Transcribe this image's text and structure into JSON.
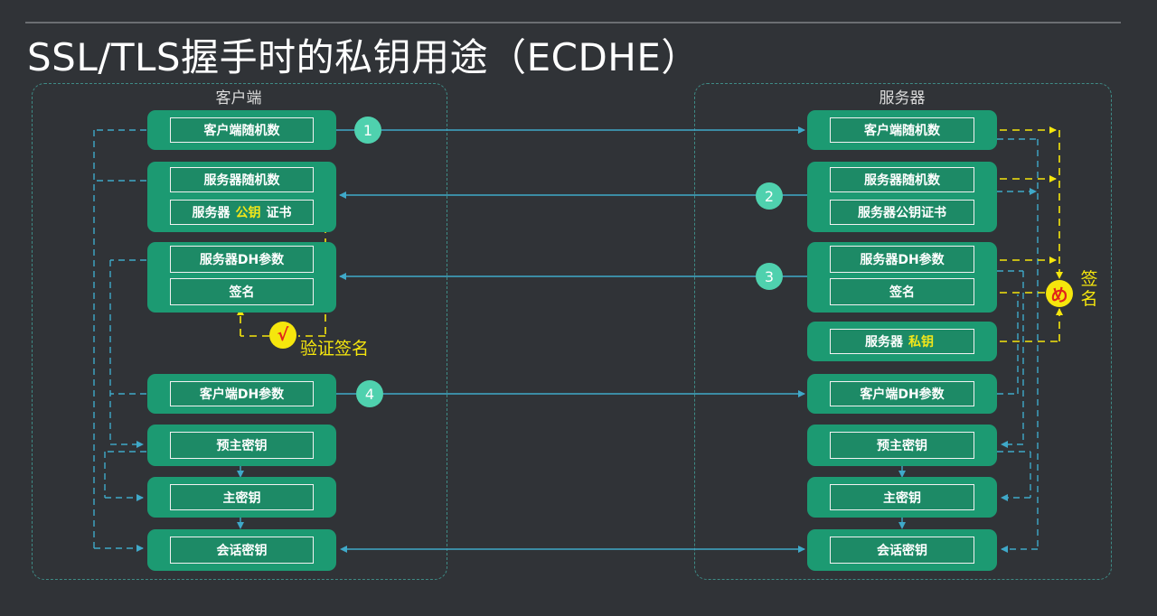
{
  "title": "SSL/TLS握手时的私钥用途（ECDHE）",
  "client": {
    "label": "客户端",
    "fields": {
      "client_random": "客户端随机数",
      "server_random": "服务器随机数",
      "cert_prefix": "服务器",
      "cert_highlight": "公钥",
      "cert_suffix": "证书",
      "server_dh": "服务器DH参数",
      "signature": "签名",
      "client_dh": "客户端DH参数",
      "premaster": "预主密钥",
      "master": "主密钥",
      "session": "会话密钥"
    },
    "verify_mark": "√",
    "verify_label": "验证签名"
  },
  "server": {
    "label": "服务器",
    "fields": {
      "client_random": "客户端随机数",
      "server_random": "服务器随机数",
      "pubkey_cert": "服务器公钥证书",
      "server_dh": "服务器DH参数",
      "signature": "签名",
      "privkey_prefix": "服务器",
      "privkey_highlight": "私钥",
      "client_dh": "客户端DH参数",
      "premaster": "预主密钥",
      "master": "主密钥",
      "session": "会话密钥"
    },
    "sign_mark": "め",
    "sign_label": "签名"
  },
  "steps": [
    "1",
    "2",
    "3",
    "4"
  ],
  "colors": {
    "background": "#303337",
    "card": "#1c9a72",
    "flow_line": "#3fa9c9",
    "panel_border": "#3e8b86",
    "highlight": "#f5e60d",
    "step_circle": "#4fd1ae"
  }
}
